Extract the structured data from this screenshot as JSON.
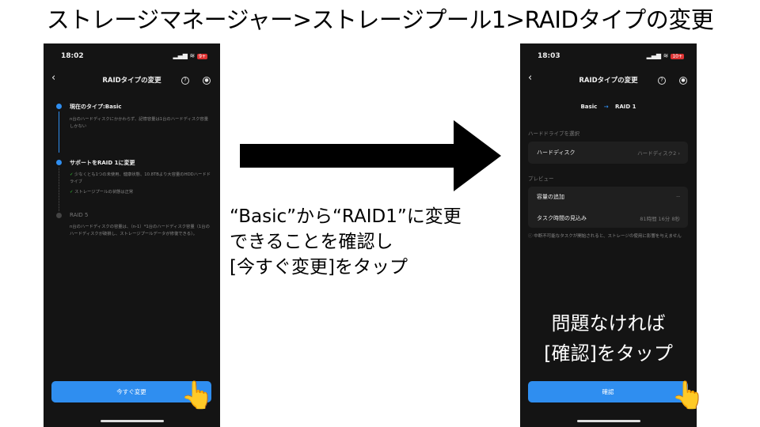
{
  "title": "ストレージマネージャー>ストレージプール1>RAIDタイプの変更",
  "left_phone": {
    "time": "18:02",
    "battery": "9+",
    "nav_title": "RAIDタイプの変更",
    "steps": [
      {
        "label": "現在のタイプ:Basic",
        "desc": "n台のハードディスクにかかわらず、記憶容量は1台のハードディスク容量しかない"
      },
      {
        "label": "サポートをRAID 1に変更",
        "checks": [
          "少なくとも1つの未使用、健康状態、10.8TBより大容量のHDDハードドライブ",
          "ストレージプールの状態は正常"
        ]
      },
      {
        "label": "RAID 5",
        "desc": "n台のハードディスクの容量は、（n-1）*1台のハードディスク容量（1台のハードディスクが破損し、ストレージプールデータが修復できる）。"
      }
    ],
    "button": "今すぐ変更"
  },
  "right_phone": {
    "time": "18:03",
    "battery": "10+",
    "nav_title": "RAIDタイプの変更",
    "from": "Basic",
    "to": "RAID 1",
    "section_drive": "ハードドライブを選択",
    "drive_label": "ハードディスク",
    "drive_value": "ハードディスク2",
    "section_preview": "プレビュー",
    "capacity_label": "容量の追加",
    "capacity_value": "--",
    "time_label": "タスク時間の見込み",
    "time_value": "81時間 16分 8秒",
    "warning": "中断不可能なタスクが開始されると、ストレージの使用に影響を与えません",
    "button": "確認",
    "overlay": [
      "問題なければ",
      "[確認]をタップ"
    ]
  },
  "caption": [
    "“Basic”から“RAID1”に変更",
    "できることを確認し",
    "[今すぐ変更]をタップ"
  ],
  "colors": {
    "accent": "#2f8ef0",
    "phone_bg": "#141414"
  }
}
